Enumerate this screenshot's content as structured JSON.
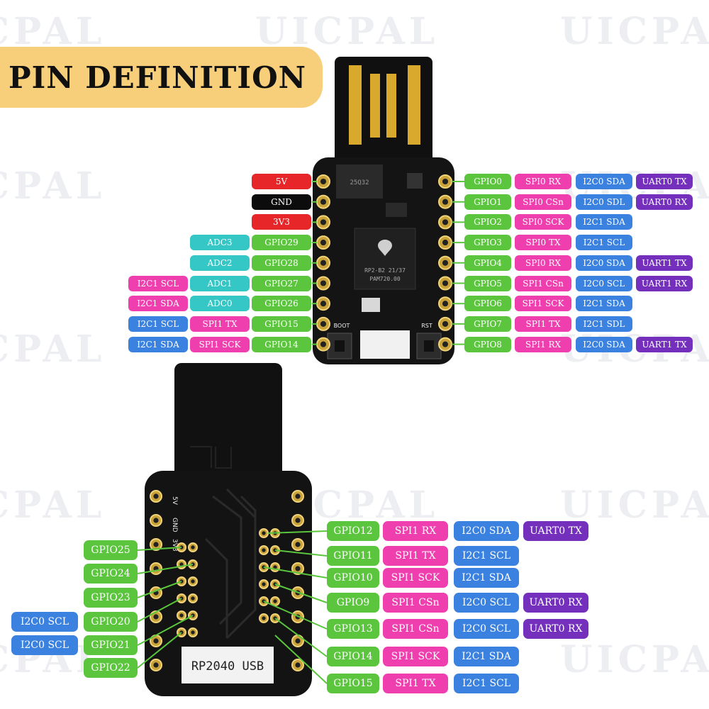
{
  "title": "PIN DEFINITION",
  "watermark": "UICPAL",
  "top_board": {
    "chip_label_1": "RP2-B2  21/37",
    "chip_label_2": "PAM720.00",
    "flash_label": "25Q32",
    "boot_label": "BOOT",
    "rst_label": "RST",
    "left": [
      [
        {
          "t": "5V",
          "c": "red"
        }
      ],
      [
        {
          "t": "GND",
          "c": "gnd"
        }
      ],
      [
        {
          "t": "3V3",
          "c": "red"
        }
      ],
      [
        {
          "t": "GPIO29",
          "c": "gpio"
        },
        {
          "t": "ADC3",
          "c": "adc"
        }
      ],
      [
        {
          "t": "GPIO28",
          "c": "gpio"
        },
        {
          "t": "ADC2",
          "c": "adc"
        }
      ],
      [
        {
          "t": "GPIO27",
          "c": "gpio"
        },
        {
          "t": "ADC1",
          "c": "adc"
        },
        {
          "t": "I2C1 SCL",
          "c": "spi"
        }
      ],
      [
        {
          "t": "GPIO26",
          "c": "gpio"
        },
        {
          "t": "ADC0",
          "c": "adc"
        },
        {
          "t": "I2C1 SDA",
          "c": "spi"
        }
      ],
      [
        {
          "t": "GPIO15",
          "c": "gpio"
        },
        {
          "t": "SPI1 TX",
          "c": "spi"
        },
        {
          "t": "I2C1 SCL",
          "c": "i2c"
        }
      ],
      [
        {
          "t": "GPIO14",
          "c": "gpio"
        },
        {
          "t": "SPI1 SCK",
          "c": "spi"
        },
        {
          "t": "I2C1 SDA",
          "c": "i2c"
        }
      ]
    ],
    "right": [
      [
        {
          "t": "GPIO0",
          "c": "gpio"
        },
        {
          "t": "SPI0 RX",
          "c": "spi"
        },
        {
          "t": "I2C0 SDA",
          "c": "i2c"
        },
        {
          "t": "UART0 TX",
          "c": "uart"
        }
      ],
      [
        {
          "t": "GPIO1",
          "c": "gpio"
        },
        {
          "t": "SPI0 CSn",
          "c": "spi"
        },
        {
          "t": "I2C0 SDL",
          "c": "i2c"
        },
        {
          "t": "UART0 RX",
          "c": "uart"
        }
      ],
      [
        {
          "t": "GPIO2",
          "c": "gpio"
        },
        {
          "t": "SPI0 SCK",
          "c": "spi"
        },
        {
          "t": "I2C1 SDA",
          "c": "i2c"
        }
      ],
      [
        {
          "t": "GPIO3",
          "c": "gpio"
        },
        {
          "t": "SPI0 TX",
          "c": "spi"
        },
        {
          "t": "I2C1 SCL",
          "c": "i2c"
        }
      ],
      [
        {
          "t": "GPIO4",
          "c": "gpio"
        },
        {
          "t": "SPI0 RX",
          "c": "spi"
        },
        {
          "t": "I2C0 SDA",
          "c": "i2c"
        },
        {
          "t": "UART1 TX",
          "c": "uart"
        }
      ],
      [
        {
          "t": "GPIO5",
          "c": "gpio"
        },
        {
          "t": "SPI1 CSn",
          "c": "spi"
        },
        {
          "t": "I2C0 SCL",
          "c": "i2c"
        },
        {
          "t": "UART1 RX",
          "c": "uart"
        }
      ],
      [
        {
          "t": "GPIO6",
          "c": "gpio"
        },
        {
          "t": "SPI1 SCK",
          "c": "spi"
        },
        {
          "t": "I2C1 SDA",
          "c": "i2c"
        }
      ],
      [
        {
          "t": "GPIO7",
          "c": "gpio"
        },
        {
          "t": "SPI1 TX",
          "c": "spi"
        },
        {
          "t": "I2C1 SDL",
          "c": "i2c"
        }
      ],
      [
        {
          "t": "GPIO8",
          "c": "gpio"
        },
        {
          "t": "SPI1 RX",
          "c": "spi"
        },
        {
          "t": "I2C0 SDA",
          "c": "i2c"
        },
        {
          "t": "UART1 TX",
          "c": "uart"
        }
      ]
    ]
  },
  "bottom_board": {
    "label": "RP2040 USB",
    "edge_labels": [
      "5V",
      "GND",
      "3V3"
    ],
    "left": [
      [
        {
          "t": "GPIO25",
          "c": "gpio"
        }
      ],
      [
        {
          "t": "GPIO24",
          "c": "gpio"
        }
      ],
      [
        {
          "t": "GPIO23",
          "c": "gpio"
        }
      ],
      [
        {
          "t": "GPIO20",
          "c": "gpio"
        },
        {
          "t": "I2C0 SCL",
          "c": "i2c"
        }
      ],
      [
        {
          "t": "GPIO21",
          "c": "gpio"
        },
        {
          "t": "I2C0 SCL",
          "c": "i2c"
        }
      ],
      [
        {
          "t": "GPIO22",
          "c": "gpio"
        }
      ]
    ],
    "right": [
      [
        {
          "t": "GPIO12",
          "c": "gpio"
        },
        {
          "t": "SPI1 RX",
          "c": "spi"
        },
        {
          "t": "I2C0 SDA",
          "c": "i2c"
        },
        {
          "t": "UART0 TX",
          "c": "uart"
        }
      ],
      [
        {
          "t": "GPIO11",
          "c": "gpio"
        },
        {
          "t": "SPI1 TX",
          "c": "spi"
        },
        {
          "t": "I2C1 SCL",
          "c": "i2c"
        }
      ],
      [
        {
          "t": "GPIO10",
          "c": "gpio"
        },
        {
          "t": "SPI1 SCK",
          "c": "spi"
        },
        {
          "t": "I2C1 SDA",
          "c": "i2c"
        }
      ],
      [
        {
          "t": "GPIO9",
          "c": "gpio"
        },
        {
          "t": "SPI1 CSn",
          "c": "spi"
        },
        {
          "t": "I2C0 SCL",
          "c": "i2c"
        },
        {
          "t": "UART0 RX",
          "c": "uart"
        }
      ],
      [
        {
          "t": "GPIO13",
          "c": "gpio"
        },
        {
          "t": "SPI1 CSn",
          "c": "spi"
        },
        {
          "t": "I2C0 SCL",
          "c": "i2c"
        },
        {
          "t": "UART0 RX",
          "c": "uart"
        }
      ],
      [
        {
          "t": "GPIO14",
          "c": "gpio"
        },
        {
          "t": "SPI1 SCK",
          "c": "spi"
        },
        {
          "t": "I2C1 SDA",
          "c": "i2c"
        }
      ],
      [
        {
          "t": "GPIO15",
          "c": "gpio"
        },
        {
          "t": "SPI1 TX",
          "c": "spi"
        },
        {
          "t": "I2C1 SCL",
          "c": "i2c"
        }
      ]
    ]
  },
  "colors": {
    "gpio": "#5ac53d",
    "spi": "#ef3fae",
    "i2c": "#3b82e0",
    "uart": "#7430bd",
    "adc": "#35c7c6",
    "red": "#e62628",
    "gnd": "#0c0c0c",
    "title_bg": "#f7cf7a"
  }
}
